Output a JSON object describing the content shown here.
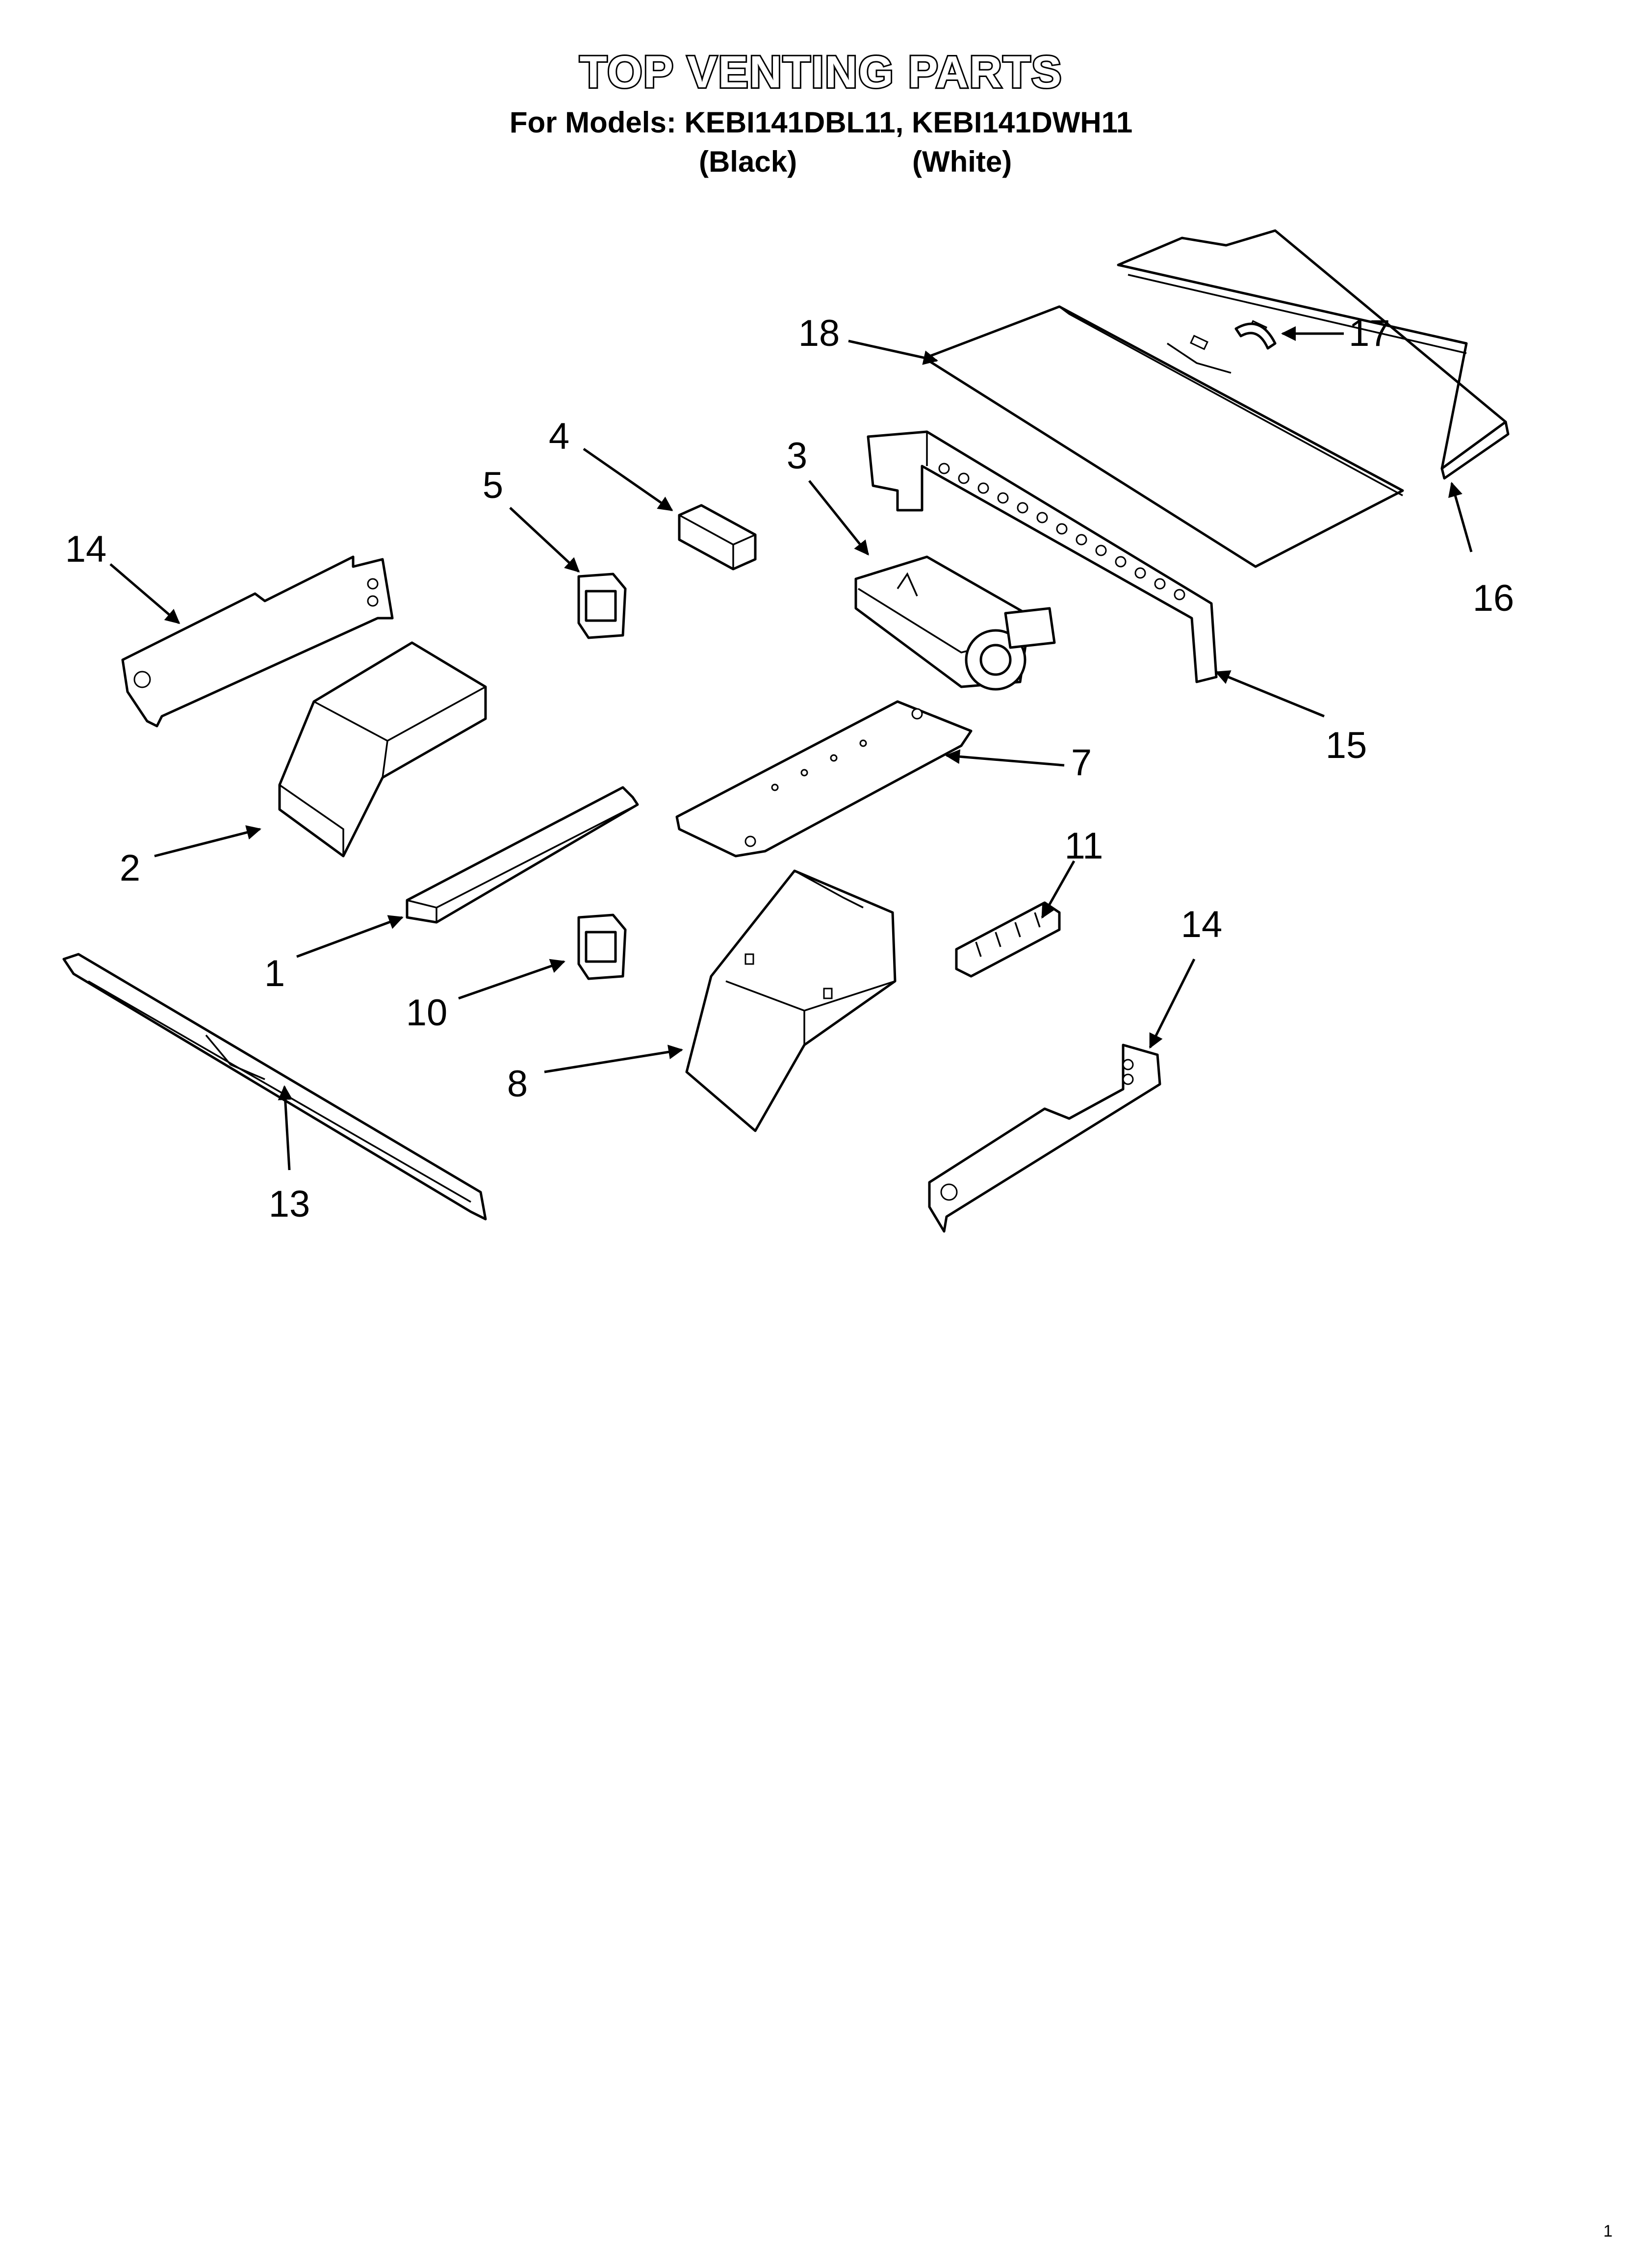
{
  "header": {
    "title": "TOP VENTING PARTS",
    "models": "For Models: KEBI141DBL11, KEBI141DWH11",
    "variant_black": "(Black)",
    "variant_white": "(White)"
  },
  "callouts": [
    "18",
    "17",
    "16",
    "4",
    "3",
    "5",
    "14",
    "15",
    "7",
    "2",
    "11",
    "14",
    "1",
    "10",
    "8",
    "13"
  ],
  "footer": "1"
}
